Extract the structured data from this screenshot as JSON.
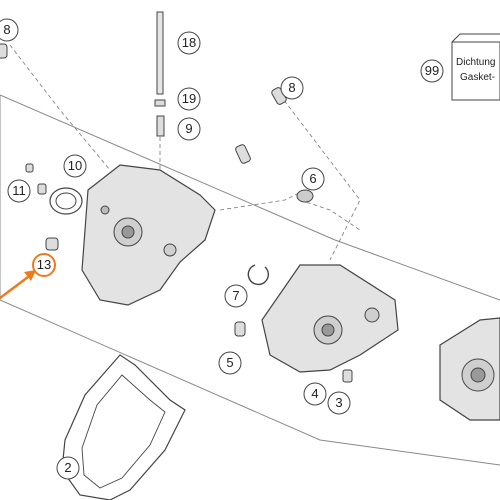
{
  "callouts": {
    "c8a": "8",
    "c18": "18",
    "c99": "99",
    "c19": "19",
    "c9": "9",
    "c8b": "8",
    "c10": "10",
    "c11": "11",
    "c6": "6",
    "c13": "13",
    "c7": "7",
    "c5": "5",
    "c4": "4",
    "c3": "3",
    "c2": "2"
  },
  "gasket_set": {
    "line1": "Dichtung",
    "line2": "Gasket-"
  },
  "colors": {
    "highlight": "#f07a1a",
    "line": "#555555",
    "part_fill": "#dcdcdc",
    "part_stroke": "#444444"
  }
}
